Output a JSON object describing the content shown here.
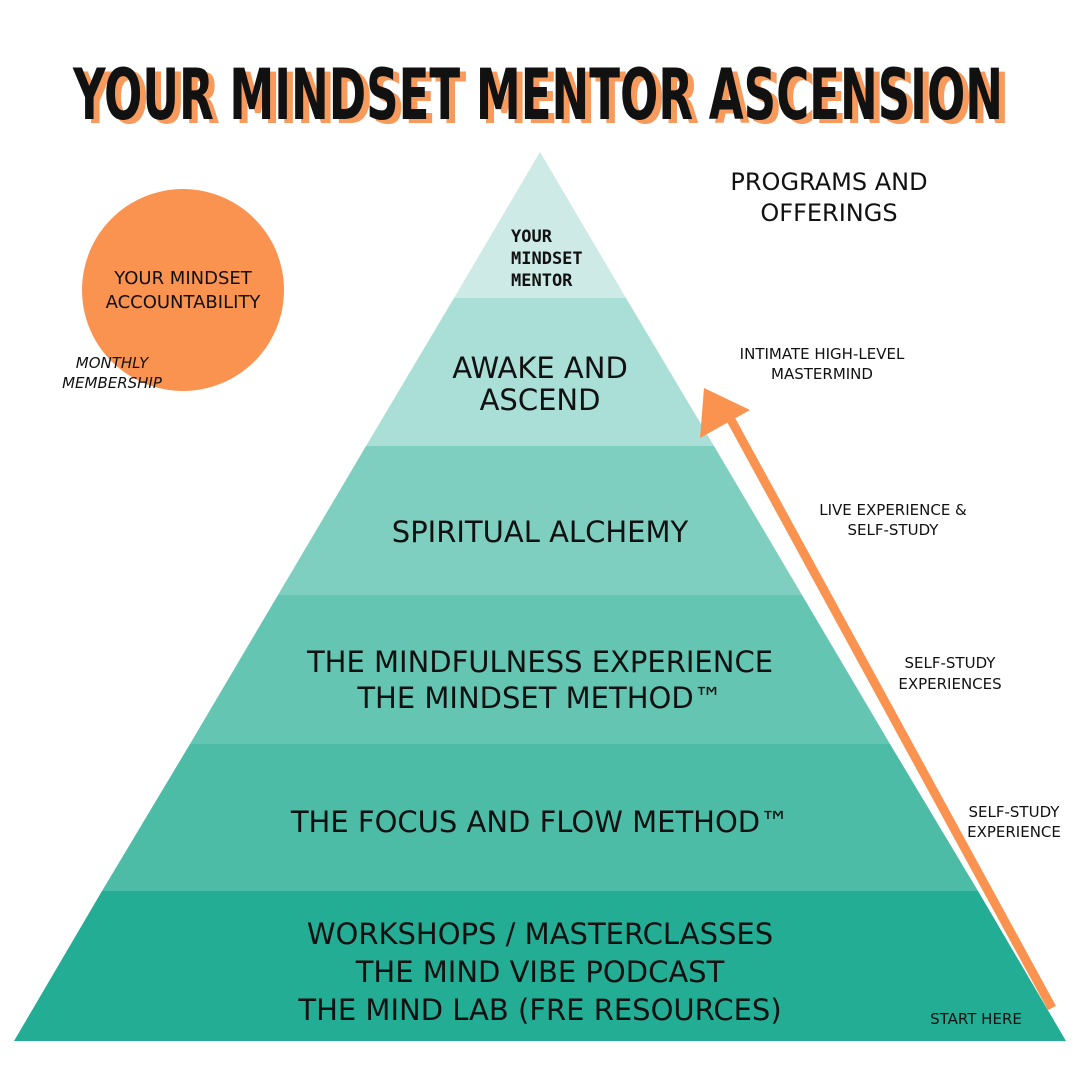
{
  "title": "YOUR MINDSET MENTOR ASCENSION",
  "colors": {
    "title_text": "#111111",
    "title_shadow": "#f79a5c",
    "accent_orange": "#fa9250",
    "tier_top": "#cdeae6",
    "tier_2": "#a9dfd6",
    "tier_3": "#7ecfbf",
    "tier_4": "#63c5b2",
    "tier_5": "#4dbca7",
    "tier_6": "#22ad94"
  },
  "programs_header": {
    "line1": "PROGRAMS AND",
    "line2": "OFFERINGS"
  },
  "accountability": {
    "line1": "YOUR MINDSET",
    "line2": "ACCOUNTABILITY",
    "note_line1": "MONTHLY",
    "note_line2": "MEMBERSHIP"
  },
  "tiers": {
    "top": {
      "line1": "YOUR",
      "line2": "MINDSET",
      "line3": "MENTOR"
    },
    "awake": {
      "line1": "AWAKE AND",
      "line2": "ASCEND"
    },
    "alchemy": {
      "line1": "SPIRITUAL ALCHEMY"
    },
    "mindfulness": {
      "line1": "THE MINDFULNESS EXPERIENCE",
      "line2": "THE MINDSET METHOD™"
    },
    "focus": {
      "line1": "THE FOCUS AND FLOW METHOD™"
    },
    "base": {
      "line1": "WORKSHOPS / MASTERCLASSES",
      "line2": "THE MIND VIBE PODCAST",
      "line3": "THE MIND LAB (FRE RESOURCES)"
    }
  },
  "side_labels": {
    "mastermind": {
      "line1": "INTIMATE HIGH-LEVEL",
      "line2": "MASTERMIND"
    },
    "live": {
      "line1": "LIVE EXPERIENCE &",
      "line2": "SELF-STUDY"
    },
    "self_study_plural": {
      "line1": "SELF-STUDY",
      "line2": "EXPERIENCES"
    },
    "self_study_single": {
      "line1": "SELF-STUDY",
      "line2": "EXPERIENCE"
    },
    "start": "START HERE"
  }
}
